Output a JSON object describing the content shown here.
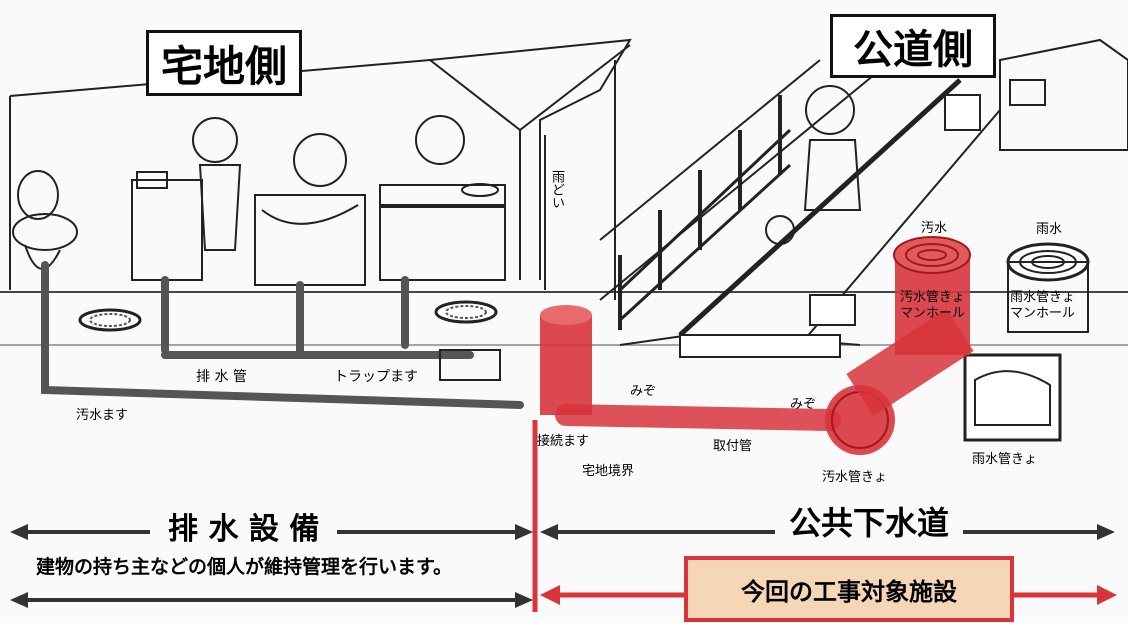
{
  "titles": {
    "private_side": "宅地側",
    "public_side": "公道側"
  },
  "labels": {
    "rain_gutter": "雨どい",
    "sewage_basin": "汚水ます",
    "drain_pipe": "排 水 管",
    "trap_basin": "トラップます",
    "connection_basin": "接続ます",
    "property_boundary": "宅地境界",
    "connection_pipe": "取付管",
    "ditch1": "みぞ",
    "ditch2": "みぞ",
    "sewage_pipe": "汚水管きょ",
    "sewage_top": "汚水",
    "rain_top": "雨水",
    "sewage_manhole": "汚水管きょ\nマンホール",
    "rain_manhole": "雨水管きょ\nマンホール",
    "rain_pipe": "雨水管きょ"
  },
  "bottom": {
    "drainage_facility": "排 水 設 備",
    "public_sewer": "公共下水道",
    "owner_note": "建物の持ち主などの個人が維持管理を行います。",
    "construction_target": "今回の工事対象施設"
  },
  "colors": {
    "highlight": "#d8343c",
    "target_box_fill": "#f5d6b5",
    "ink": "#222222"
  }
}
